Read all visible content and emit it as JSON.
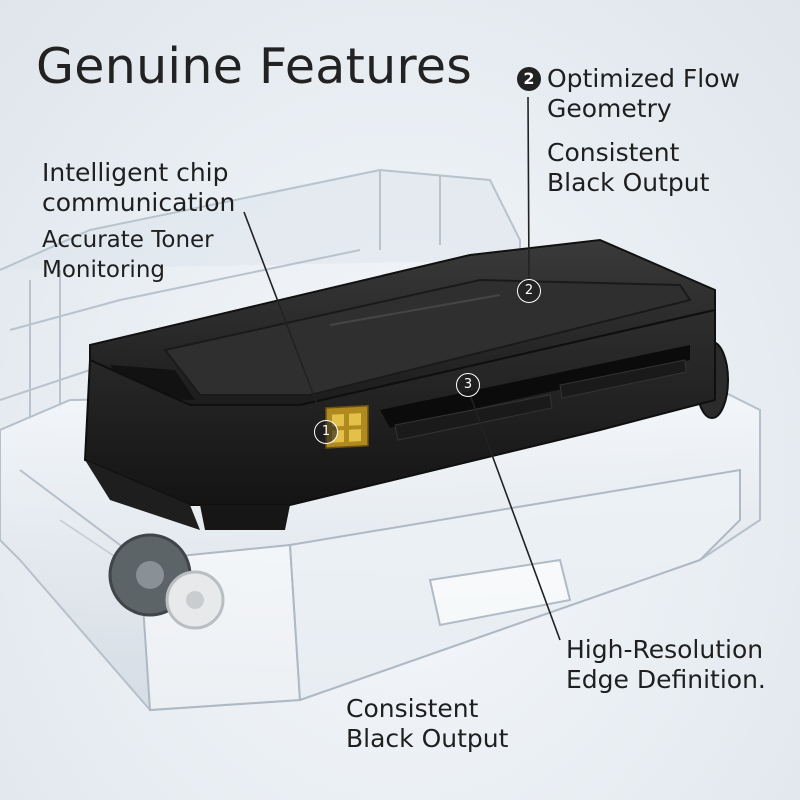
{
  "title": "Genuine Features",
  "features": {
    "chip": {
      "line1": "Intelligent chip",
      "line2": "communication"
    },
    "monitoring": {
      "line1": "Accurate Toner",
      "line2": "Monitoring"
    },
    "flow": {
      "number": "2",
      "line1": "Optimized Flow",
      "line2": "Geometry"
    },
    "output_top": {
      "line1": "Consistent",
      "line2": "Black Output"
    },
    "resolution": {
      "line1": "High-Resolution",
      "line2": "Edge Definition."
    },
    "output_bottom": {
      "line1": "Consistent",
      "line2": "Black Output"
    }
  },
  "markers": [
    "1",
    "2",
    "3"
  ],
  "colors": {
    "text": "#1f1f1f",
    "cartridge": "#2a2a2a",
    "chip": "#c9a227",
    "tray": "#cfd8e0"
  }
}
